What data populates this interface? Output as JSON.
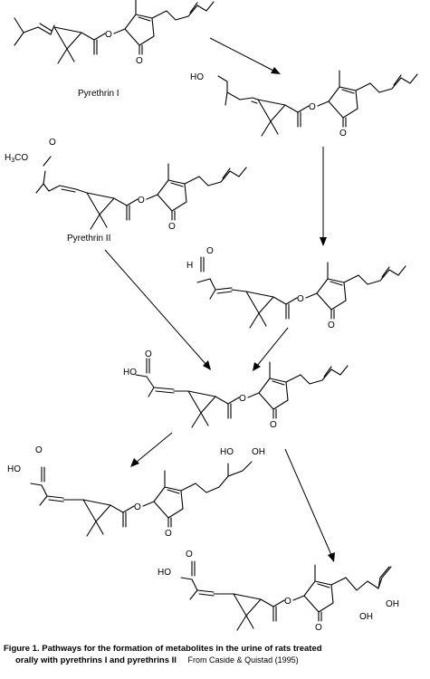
{
  "labels": {
    "pyrethrin1": "Pyrethrin I",
    "pyrethrin2": "Pyrethrin II"
  },
  "atoms": {
    "O": "O",
    "HO": "HO",
    "OH": "OH",
    "H": "H",
    "H3CO_main": "H",
    "H3CO_sub": "3",
    "H3CO_rest": "CO"
  },
  "caption": {
    "line1": "Figure 1.  Pathways for the formation of metabolites in the urine of rats treated",
    "line2": "orally with pyrethrins I and pyrethrins II",
    "source": "From Caside & Quistad (1995)"
  }
}
